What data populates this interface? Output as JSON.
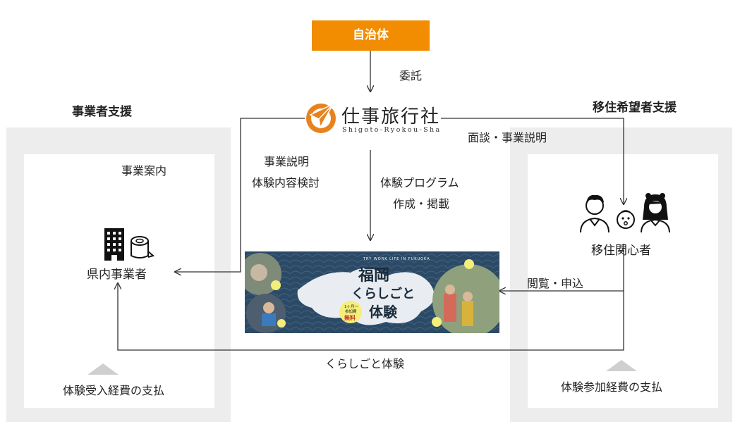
{
  "top_box": {
    "label": "自治体",
    "color": "#f28c00"
  },
  "arrow_labels": {
    "consign": "委託",
    "explain_line1": "事業説明",
    "explain_line2": "体験内容検討",
    "program_line1": "体験プログラム",
    "program_line2": "作成・掲載",
    "interview": "面談・事業説明",
    "browse": "閲覧・申込",
    "experience": "くらしごと体験"
  },
  "company": {
    "name": "仕事旅行社",
    "romaji": "Shigoto-Ryokou-Sha",
    "logo_color": "#e8821c"
  },
  "left_panel": {
    "title": "事業者支援",
    "info_label": "事業案内",
    "node_label": "県内事業者",
    "footer": "体験受入経費の支払"
  },
  "right_panel": {
    "title": "移住希望者支援",
    "node_label": "移住関心者",
    "footer": "体験参加経費の支払"
  },
  "banner": {
    "title_line1": "福岡",
    "title_line2": "くらしごと",
    "title_line3": "体験",
    "kicker": "TRY WORK LIFE IN FUKUOKA",
    "badge_line1": "1ヶ月〜",
    "badge_line2": "参加費",
    "badge_line3": "無料"
  },
  "colors": {
    "panel_gray": "#ededed",
    "arrow": "#333333",
    "triangle": "#cfcfcf"
  }
}
